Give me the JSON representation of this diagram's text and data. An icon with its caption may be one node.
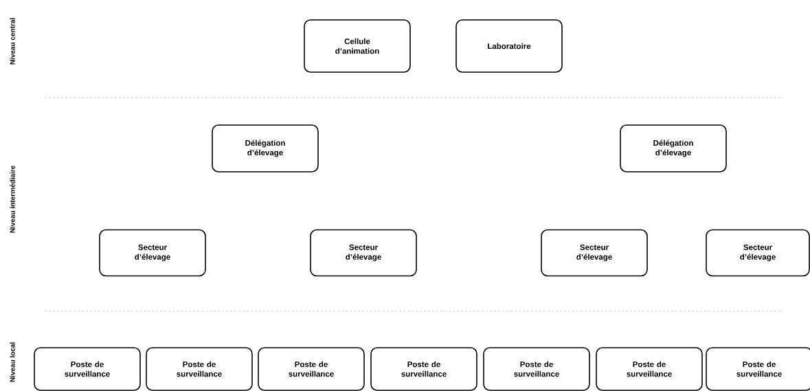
{
  "diagram": {
    "nodes": [
      {
        "text": [
          "Cellule d’animation"
        ]
      },
      {
        "text": [
          "Laboratoire"
        ]
      },
      {
        "text": [
          "Délégation d’élevage"
        ]
      },
      {
        "text": [
          "Délégation d’élevage"
        ]
      },
      {
        "text": [
          "Secteur d’élevage"
        ]
      },
      {
        "text": [
          "Secteur d’élevage"
        ]
      },
      {
        "text": [
          "Secteur d’élevage"
        ]
      },
      {
        "text": [
          "Secteur d’élevage"
        ]
      },
      {
        "text": [
          "Poste de surveillance"
        ]
      },
      {
        "text": [
          "Poste de surveillance"
        ]
      },
      {
        "text": [
          "Poste de surveillance"
        ]
      },
      {
        "text": [
          "Poste de surveillance"
        ]
      },
      {
        "text": [
          "Poste de surveillance"
        ]
      },
      {
        "text": [
          "Poste de surveillance"
        ]
      },
      {
        "text": [
          "Poste de surveillance"
        ]
      }
    ],
    "labels": [
      "Niveau central",
      "Niveau intermédiaire",
      "Niveau local"
    ]
  }
}
